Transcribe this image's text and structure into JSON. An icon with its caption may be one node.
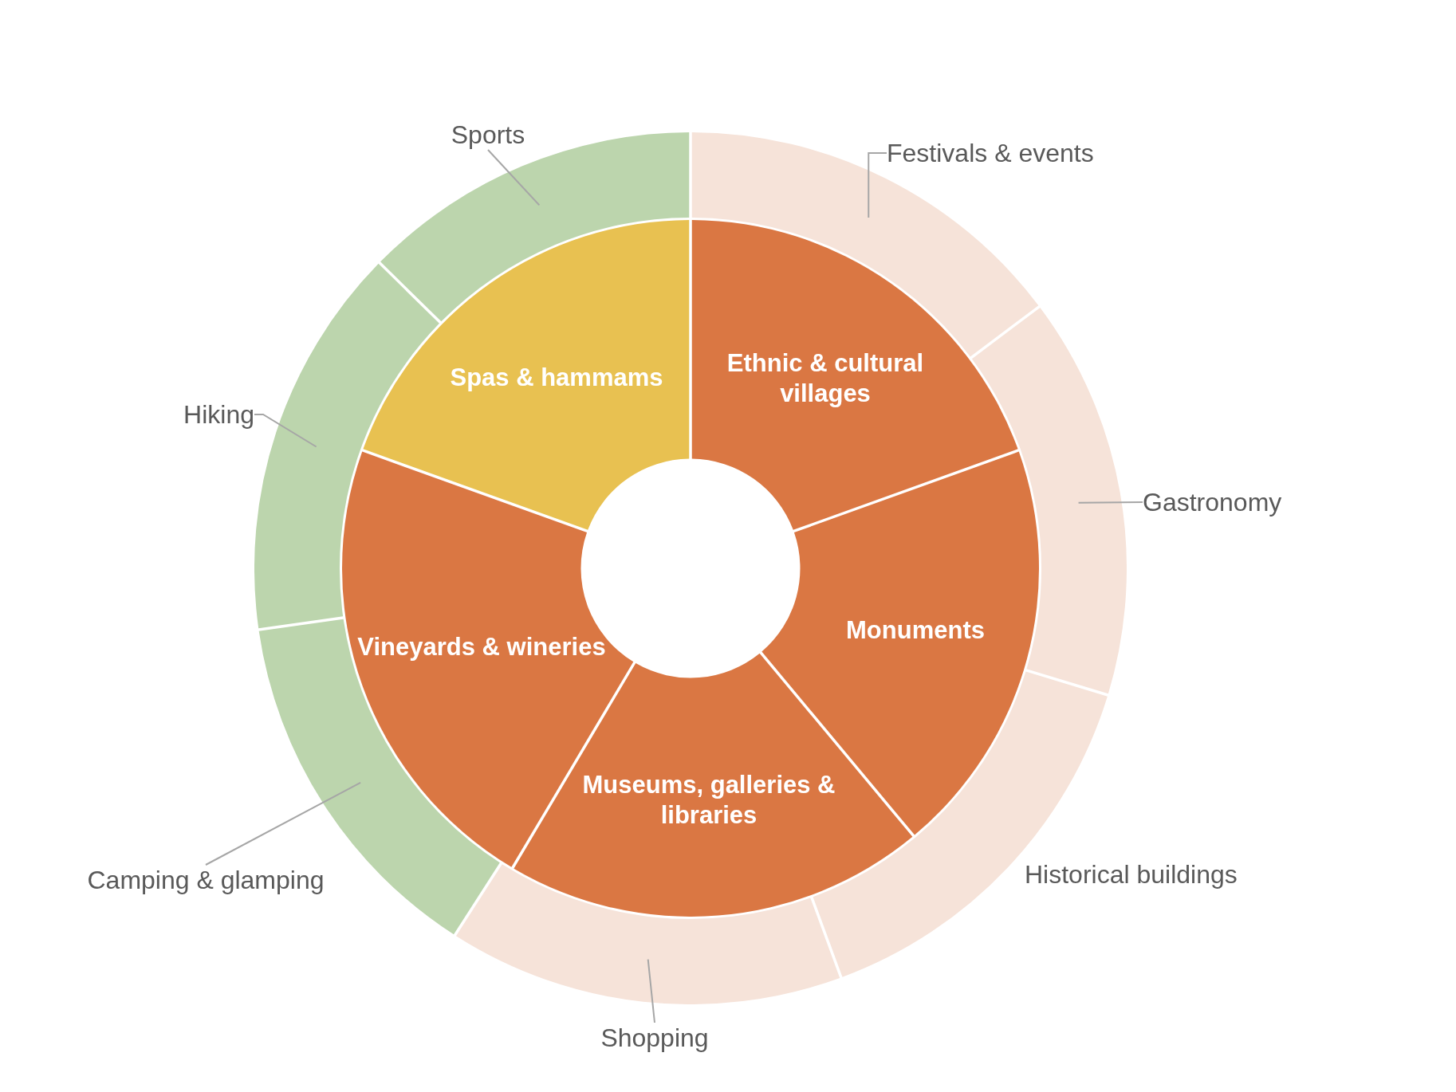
{
  "diagram": {
    "nodes": [
      {
        "text": [
          "Ethnic & cultural villages"
        ]
      },
      {
        "text": [
          "Monuments"
        ]
      },
      {
        "text": [
          "Museums, galleries & libraries"
        ]
      },
      {
        "text": [
          "Vineyards & wineries"
        ]
      },
      {
        "text": [
          "Spas & hammams"
        ]
      },
      {
        "text": [],
        "shape": "arc"
      },
      {
        "text": [],
        "shape": "arc"
      },
      {
        "text": [],
        "shape": "arc",
        "beside": [
          "Historical buildings"
        ]
      },
      {
        "text": [],
        "shape": "arc"
      },
      {
        "text": [],
        "shape": "arc"
      },
      {
        "text": [],
        "shape": "arc"
      },
      {
        "text": [],
        "shape": "arc"
      },
      {
        "text": [
          "Sports"
        ]
      },
      {
        "text": [
          "Festivals & events"
        ]
      },
      {
        "text": [
          "Hiking"
        ]
      },
      {
        "text": [
          "Gastronomy"
        ]
      },
      {
        "text": [
          "Camping & glamping"
        ]
      },
      {
        "text": [
          "Shopping"
        ]
      }
    ],
    "edges": [
      {
        "from": 12,
        "to": 11,
        "arrow": "none"
      },
      {
        "from": 13,
        "to": 5,
        "arrow": "none"
      },
      {
        "from": 14,
        "to": 10,
        "arrow": "none"
      },
      {
        "from": 15,
        "to": 6,
        "arrow": "none"
      },
      {
        "from": 16,
        "to": 9,
        "arrow": "none"
      },
      {
        "from": 17,
        "to": 8,
        "arrow": "none"
      }
    ]
  }
}
